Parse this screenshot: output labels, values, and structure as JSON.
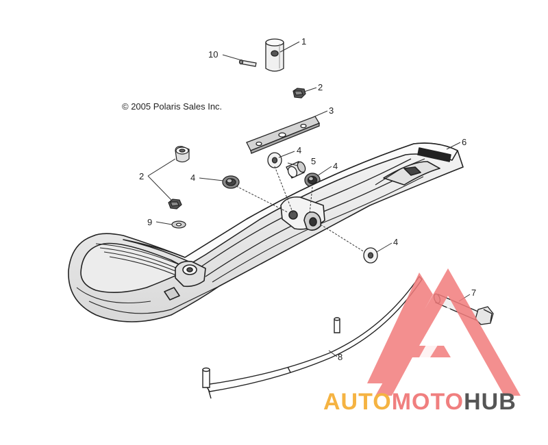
{
  "copyright": "© 2005 Polaris Sales Inc.",
  "callouts": [
    "1",
    "10",
    "2",
    "3",
    "4",
    "5",
    "6",
    "2",
    "4",
    "9",
    "4",
    "7",
    "8"
  ],
  "watermark": {
    "part1": "AUTO",
    "part2": "MOTO",
    "part3": "HUB",
    "colors": {
      "auto": "#f5b342",
      "moto": "#f07f7f",
      "hub": "#555555",
      "triangle": "#f27c7c"
    }
  }
}
